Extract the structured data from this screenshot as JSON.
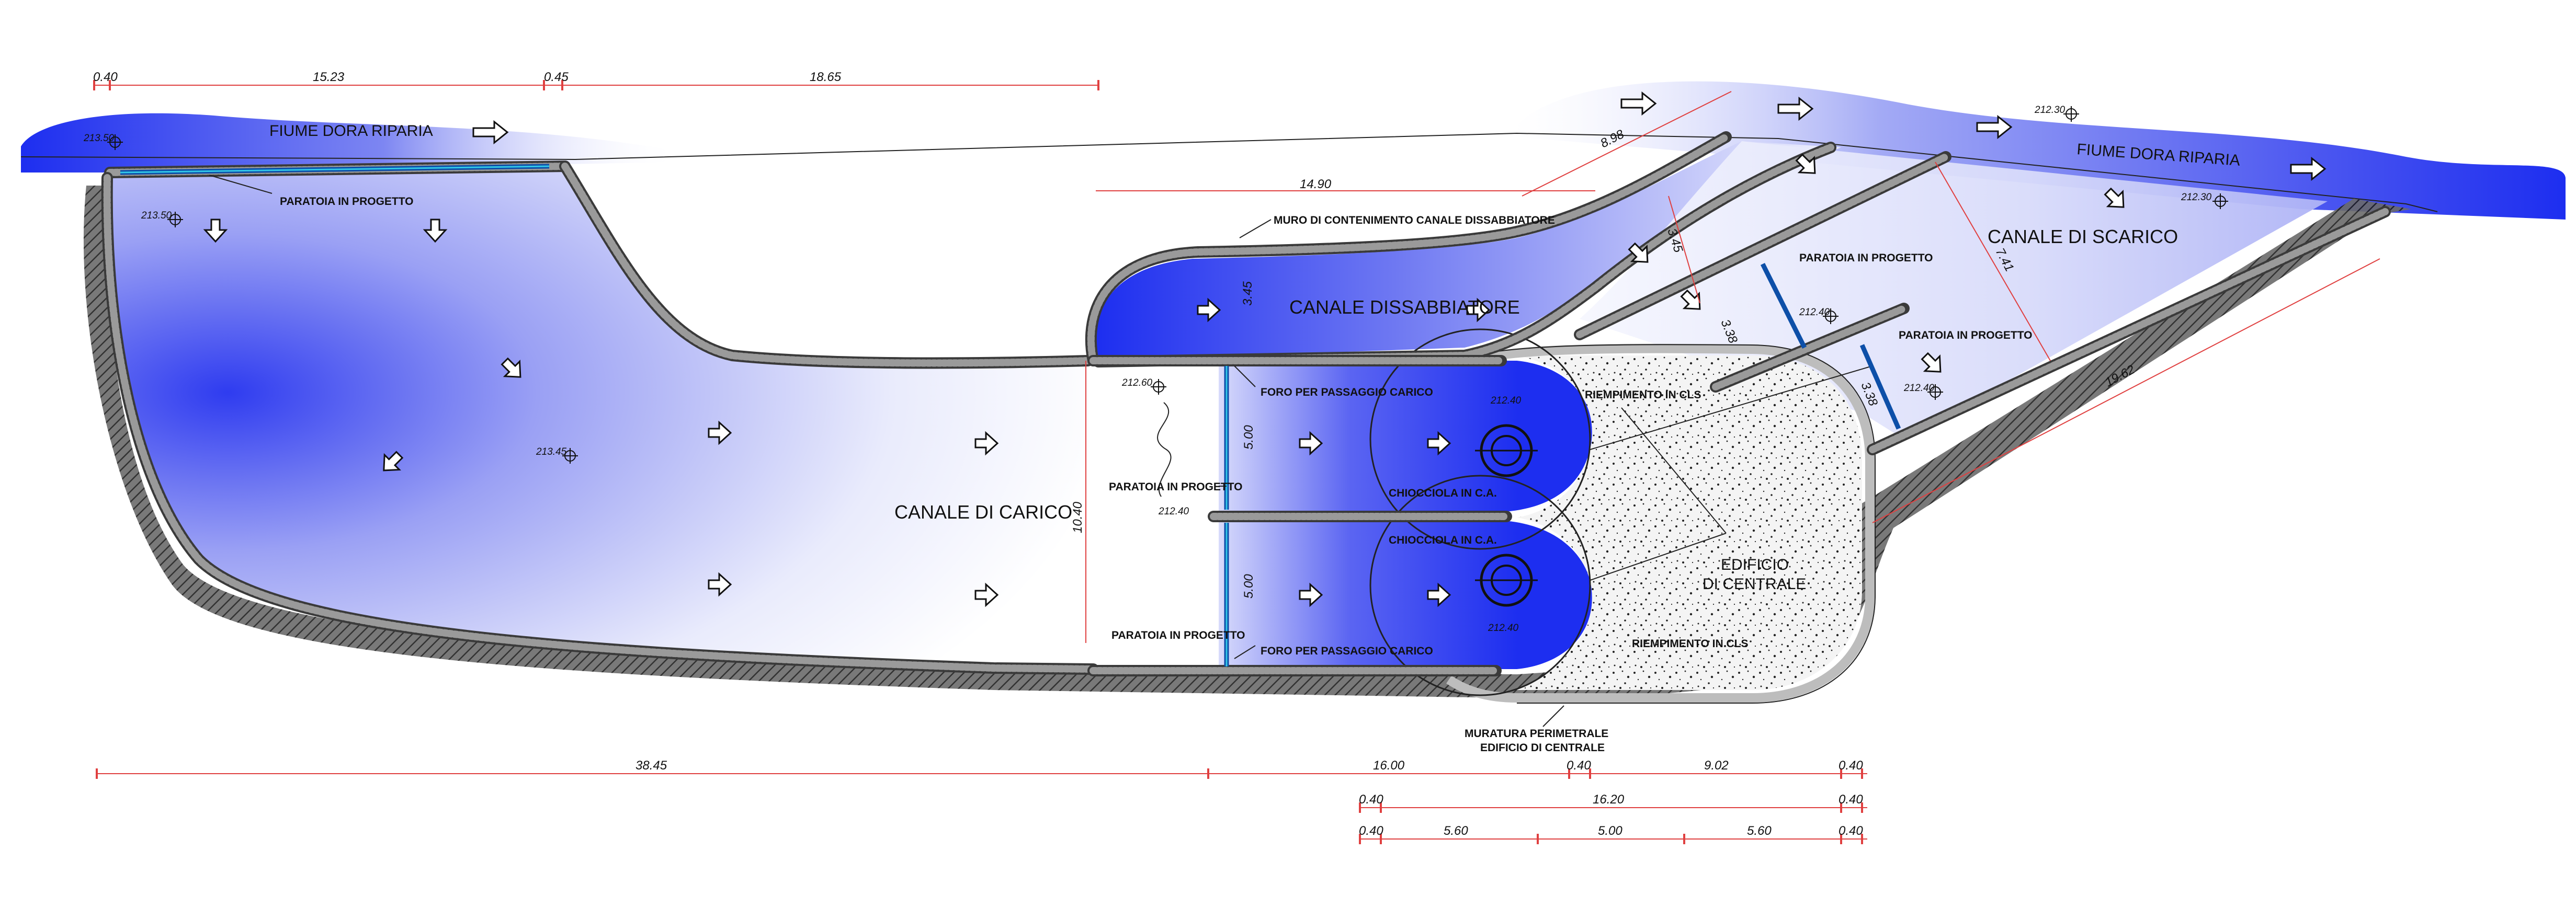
{
  "colors": {
    "water": "#1d2ef0",
    "water_light": "#e8ebfc",
    "wall": "#3a3a3a",
    "dimension": "#e04040",
    "gate": "#0d4fa8",
    "gate_highlight": "#32c8e8",
    "concrete": "#f4f4f4"
  },
  "labels": {
    "river_left": "FIUME DORA RIPARIA",
    "river_right": "FIUME DORA RIPARIA",
    "gate_top": "PARATOIA IN PROGETTO",
    "wall_sand_trap": "MURO DI CONTENIMENTO CANALE DISSABBIATORE",
    "sand_trap": "CANALE DISSABBIATORE",
    "discharge": "CANALE DI SCARICO",
    "gate_discharge_1": "PARATOIA IN PROGETTO",
    "gate_discharge_2": "PARATOIA IN PROGETTO",
    "loading": "CANALE DI CARICO",
    "hole_top": "FORO PER PASSAGGIO CARICO",
    "hole_bottom": "FORO PER PASSAGGIO CARICO",
    "gate_mid_1": "PARATOIA IN PROGETTO",
    "gate_mid_2": "PARATOIA IN PROGETTO",
    "scroll_1": "CHIOCCIOLA IN C.A.",
    "scroll_2": "CHIOCCIOLA IN C.A.",
    "fill_1": "RIEMPIMENTO IN CLS",
    "fill_2": "RIEMPIMENTO IN CLS",
    "building_1": "EDIFICIO",
    "building_2": "DI CENTRALE",
    "perimeter_1": "MURATURA PERIMETRALE",
    "perimeter_2": "EDIFICIO DI CENTRALE"
  },
  "elevations": {
    "e1": "213.50",
    "e2": "213.50",
    "e3": "213.45",
    "e4": "212.60",
    "e5": "212.40",
    "e6": "212.30",
    "e7": "212.30",
    "e8": "212.40",
    "e9": "212.40",
    "e10": "212.40",
    "e11": "212.40"
  },
  "dimensions": {
    "top_1": "0.40",
    "top_2": "15.23",
    "top_3": "0.45",
    "top_4": "18.65",
    "sand_trap_len": "14.90",
    "diag_1": "8.98",
    "diag_2": "3.45",
    "diag_3": "3.38",
    "diag_4": "7.41",
    "diag_5": "19.62",
    "diag_6": "3.38",
    "vert_1": "3.45",
    "vert_2": "10.40",
    "vert_3": "5.00",
    "vert_4": "5.00",
    "bot_1": "38.45",
    "bot_2": "16.00",
    "bot_3": "0.40",
    "bot_4": "9.02",
    "bot_5": "0.40",
    "row2_1": "0.40",
    "row2_2": "16.20",
    "row2_3": "0.40",
    "row3_1": "0.40",
    "row3_2": "5.60",
    "row3_3": "5.00",
    "row3_4": "5.60",
    "row3_5": "0.40"
  }
}
